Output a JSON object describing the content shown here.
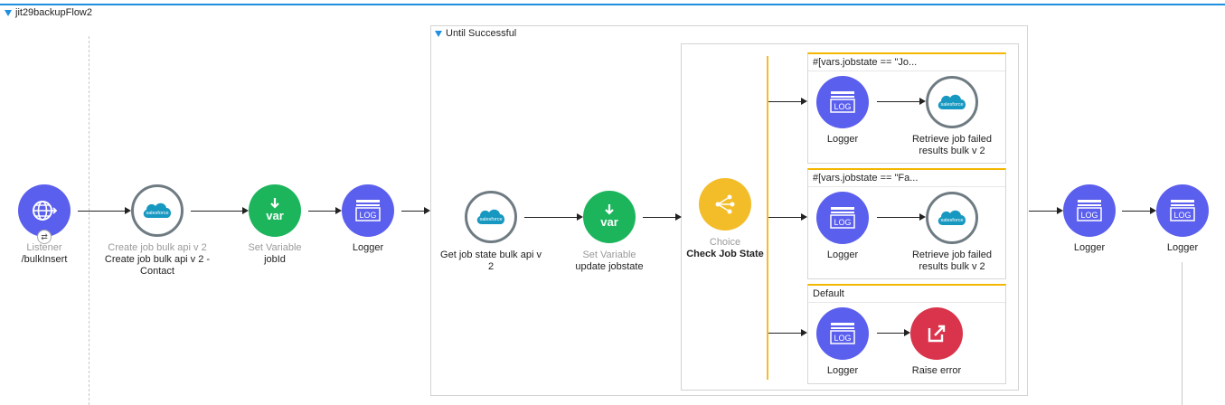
{
  "flow": {
    "name": "jit29backupFlow2"
  },
  "until": {
    "title": "Until Successful"
  },
  "nodes": {
    "listener": {
      "category": "Listener",
      "name": "/bulkInsert"
    },
    "create_job": {
      "category": "Create job bulk api v 2",
      "name": "Create job bulk api v 2 - Contact"
    },
    "set_var1": {
      "category": "Set Variable",
      "name": "jobId"
    },
    "logger1": {
      "name": "Logger"
    },
    "get_state": {
      "name": "Get job state bulk api v 2"
    },
    "set_var2": {
      "category": "Set Variable",
      "name": "update jobstate"
    },
    "choice": {
      "category": "Choice",
      "name": "Check Job State"
    },
    "r1_logger": {
      "name": "Logger"
    },
    "r1_retrieve": {
      "name": "Retrieve job failed results bulk v 2"
    },
    "r2_logger": {
      "name": "Logger"
    },
    "r2_retrieve": {
      "name": "Retrieve job failed results bulk v 2"
    },
    "r3_logger": {
      "name": "Logger"
    },
    "r3_raise": {
      "name": "Raise error"
    },
    "logger_end1": {
      "name": "Logger"
    },
    "logger_end2": {
      "name": "Logger"
    }
  },
  "routes": {
    "r1": "#[vars.jobstate == \"Jo...",
    "r2": "#[vars.jobstate == \"Fa...",
    "r3": "Default"
  },
  "icons": {
    "var_text": "var",
    "log_text": "LOG",
    "sf_text": "salesforce"
  },
  "colors": {
    "accent": "#1f8fe0",
    "logger": "#5b5fed",
    "variable": "#1cb55c",
    "choice": "#f3bd2a",
    "raise": "#d9344b"
  }
}
